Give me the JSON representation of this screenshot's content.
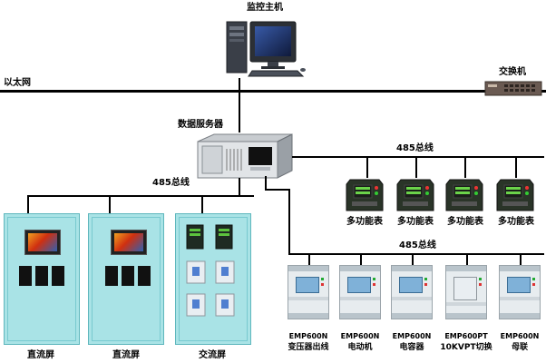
{
  "labels": {
    "monitor_host": "监控主机",
    "ethernet": "以太网",
    "switch": "交换机",
    "data_server": "数据服务器",
    "bus_485_left": "485总线",
    "bus_485_right_top": "485总线",
    "bus_485_right_bottom": "485总线"
  },
  "meters": [
    {
      "label": "多功能表"
    },
    {
      "label": "多功能表"
    },
    {
      "label": "多功能表"
    },
    {
      "label": "多功能表"
    }
  ],
  "cabinets": [
    {
      "label": "直流屏"
    },
    {
      "label": "直流屏"
    },
    {
      "label": "交流屏"
    }
  ],
  "protection_devices": [
    {
      "model": "EMP600N",
      "name": "变压器出线"
    },
    {
      "model": "EMP600N",
      "name": "电动机"
    },
    {
      "model": "EMP600N",
      "name": "电容器"
    },
    {
      "model": "EMP600PT",
      "name": "10KVPT切换"
    },
    {
      "model": "EMP600N",
      "name": "母联"
    }
  ],
  "colors": {
    "cabinet": "#a9e3e6",
    "line": "#000000"
  }
}
